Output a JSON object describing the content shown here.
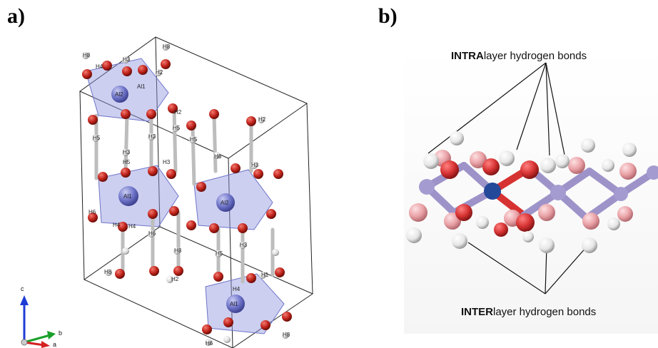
{
  "panels": {
    "a": {
      "label": "a)",
      "atom_labels": [
        "H8",
        "H4",
        "H3",
        "H2",
        "H8",
        "Al2",
        "Al1",
        "H2",
        "H5",
        "H3",
        "H5",
        "H3",
        "H5",
        "H3",
        "H6",
        "H4",
        "Al1",
        "Al2",
        "H4",
        "H6",
        "H6",
        "H5",
        "H2",
        "H3",
        "H8",
        "H5",
        "H8",
        "H2",
        "H4",
        "H1",
        "Al1",
        "H3",
        "H6",
        "H8"
      ],
      "axes": {
        "c": "c",
        "b": "b",
        "a": "a"
      }
    },
    "b": {
      "label": "b)",
      "intra_prefix": "INTRA",
      "intra_suffix": "layer hydrogen bonds",
      "inter_prefix": "INTER",
      "inter_suffix": "layer hydrogen bonds"
    }
  },
  "colors": {
    "oxygen": "#c0231b",
    "hydrogen": "#ececec",
    "aluminum": "#6f74c9",
    "polyhedron": "#8e94de",
    "cell_edge": "#222222",
    "b_oxygen": "#d63232",
    "b_hydroxyl_o": "#e9a1a6",
    "b_aluminum": "#9d93c9",
    "b_center_al": "#24489a"
  }
}
